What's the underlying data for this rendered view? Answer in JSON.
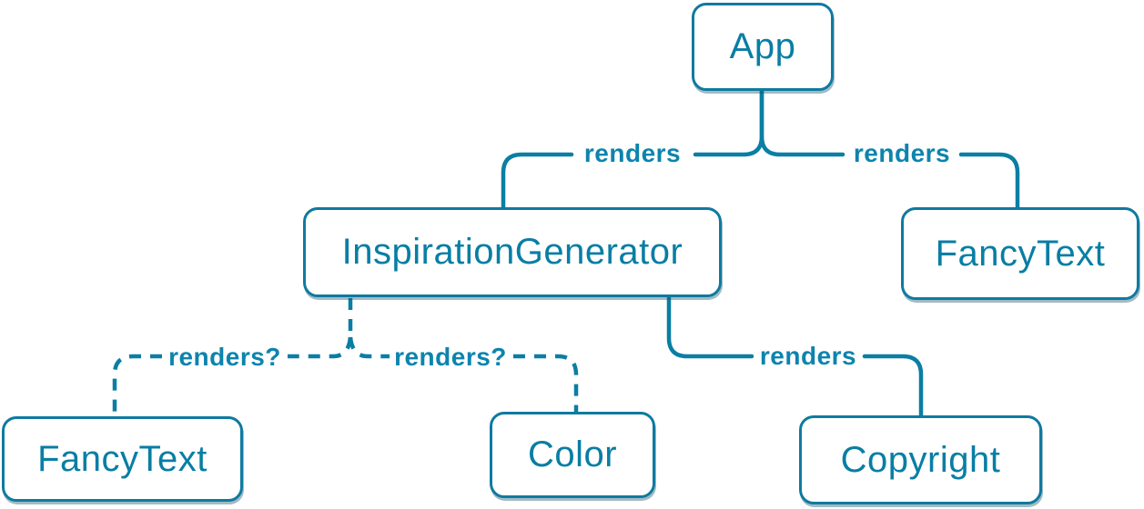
{
  "diagram": {
    "type": "component-render-tree",
    "colors": {
      "background": "#ffffff",
      "node_fill": "#ffffff",
      "node_border": "#0f7aa0",
      "node_text": "#087ea4",
      "edge_stroke": "#0a7ea4",
      "edge_label_text": "#0c84ae"
    },
    "nodes": [
      {
        "id": "app",
        "label": "App"
      },
      {
        "id": "inspiration-generator",
        "label": "InspirationGenerator"
      },
      {
        "id": "fancy-text-top",
        "label": "FancyText"
      },
      {
        "id": "fancy-text-bottom",
        "label": "FancyText"
      },
      {
        "id": "color",
        "label": "Color"
      },
      {
        "id": "copyright",
        "label": "Copyright"
      }
    ],
    "edges": [
      {
        "from": "App",
        "to": "InspirationGenerator",
        "label": "renders",
        "style": "solid"
      },
      {
        "from": "App",
        "to": "FancyText",
        "label": "renders",
        "style": "solid"
      },
      {
        "from": "InspirationGenerator",
        "to": "FancyText",
        "label": "renders?",
        "style": "dashed"
      },
      {
        "from": "InspirationGenerator",
        "to": "Color",
        "label": "renders?",
        "style": "dashed"
      },
      {
        "from": "InspirationGenerator",
        "to": "Copyright",
        "label": "renders",
        "style": "solid"
      }
    ]
  }
}
